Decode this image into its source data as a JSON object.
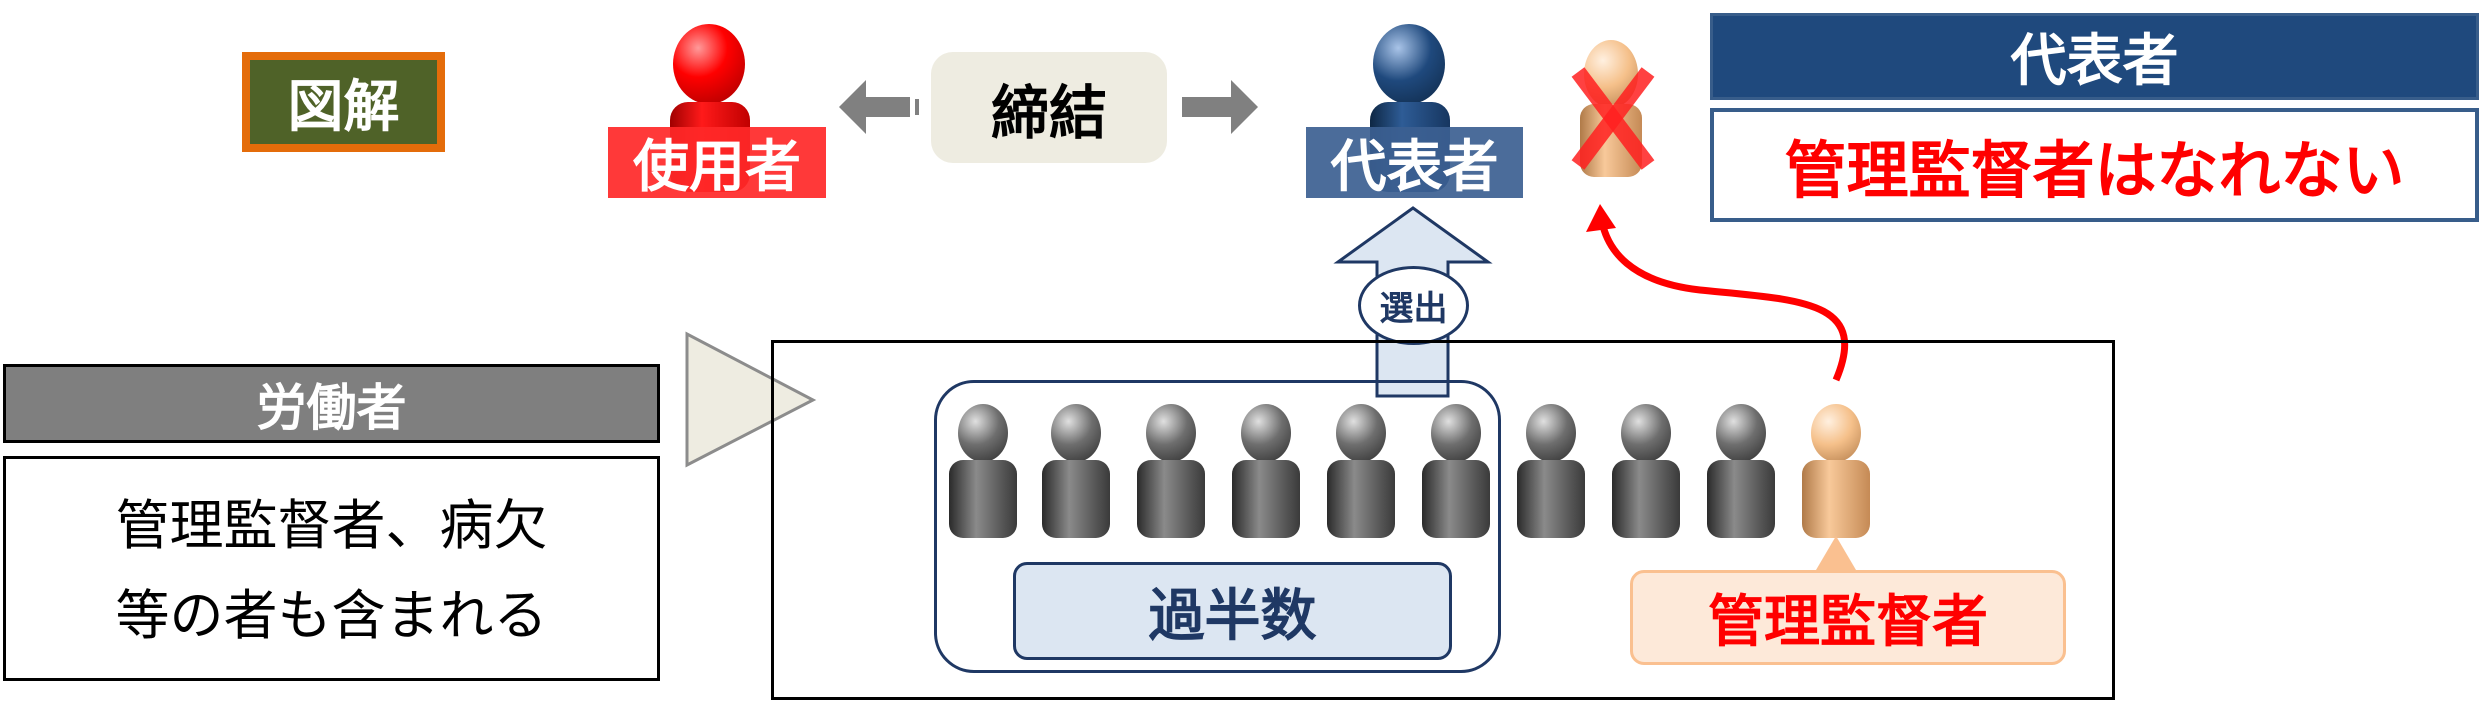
{
  "badge": {
    "label": "図解"
  },
  "top": {
    "employer_label": "使用者",
    "agreement_label": "締結",
    "representative_label": "代表者"
  },
  "rule_box": {
    "title": "代表者",
    "text": "管理監督者はなれない"
  },
  "selection_label": "選出",
  "workers": {
    "title": "労働者",
    "description_line1": "管理監督者、病欠",
    "description_line2": "等の者も含まれる"
  },
  "majority_label": "過半数",
  "manager_label": "管理監督者",
  "colors": {
    "employer": "#ff0000",
    "representative": "#1f497d",
    "manager": "#fac090",
    "worker": "#666666",
    "badge_fill": "#4f6228",
    "badge_border": "#e46c0a"
  }
}
